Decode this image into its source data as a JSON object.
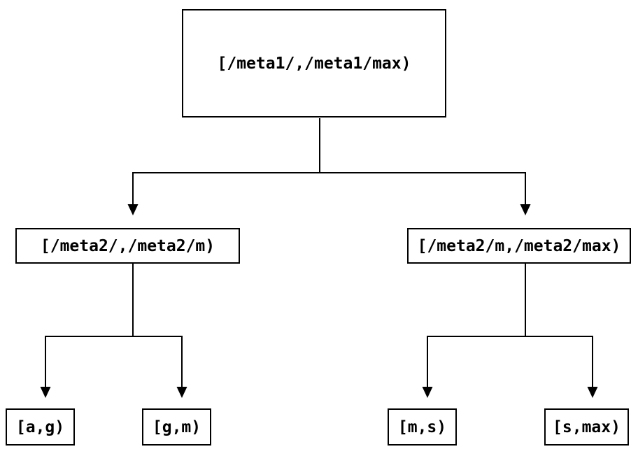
{
  "diagram": {
    "type": "tree",
    "nodes": {
      "root": {
        "id": "root",
        "label": "[/meta1/,/meta1/max)"
      },
      "left_child": {
        "id": "left_child",
        "label": "[/meta2/,/meta2/m)"
      },
      "right_child": {
        "id": "right_child",
        "label": "[/meta2/m,/meta2/max)"
      },
      "leaf_ag": {
        "id": "leaf_ag",
        "label": "[a,g)"
      },
      "leaf_gm": {
        "id": "leaf_gm",
        "label": "[g,m)"
      },
      "leaf_ms": {
        "id": "leaf_ms",
        "label": "[m,s)"
      },
      "leaf_smax": {
        "id": "leaf_smax",
        "label": "[s,max)"
      }
    },
    "edges": [
      {
        "from": "root",
        "to": "left_child",
        "arrow": "down"
      },
      {
        "from": "root",
        "to": "right_child",
        "arrow": "down"
      },
      {
        "from": "left_child",
        "to": "leaf_ag",
        "arrow": "down"
      },
      {
        "from": "left_child",
        "to": "leaf_gm",
        "arrow": "down"
      },
      {
        "from": "right_child",
        "to": "leaf_ms",
        "arrow": "down"
      },
      {
        "from": "right_child",
        "to": "leaf_smax",
        "arrow": "down"
      }
    ],
    "colors": {
      "background": "#ffffff",
      "line": "#000000",
      "box_border": "#000000",
      "text": "#000000"
    }
  }
}
